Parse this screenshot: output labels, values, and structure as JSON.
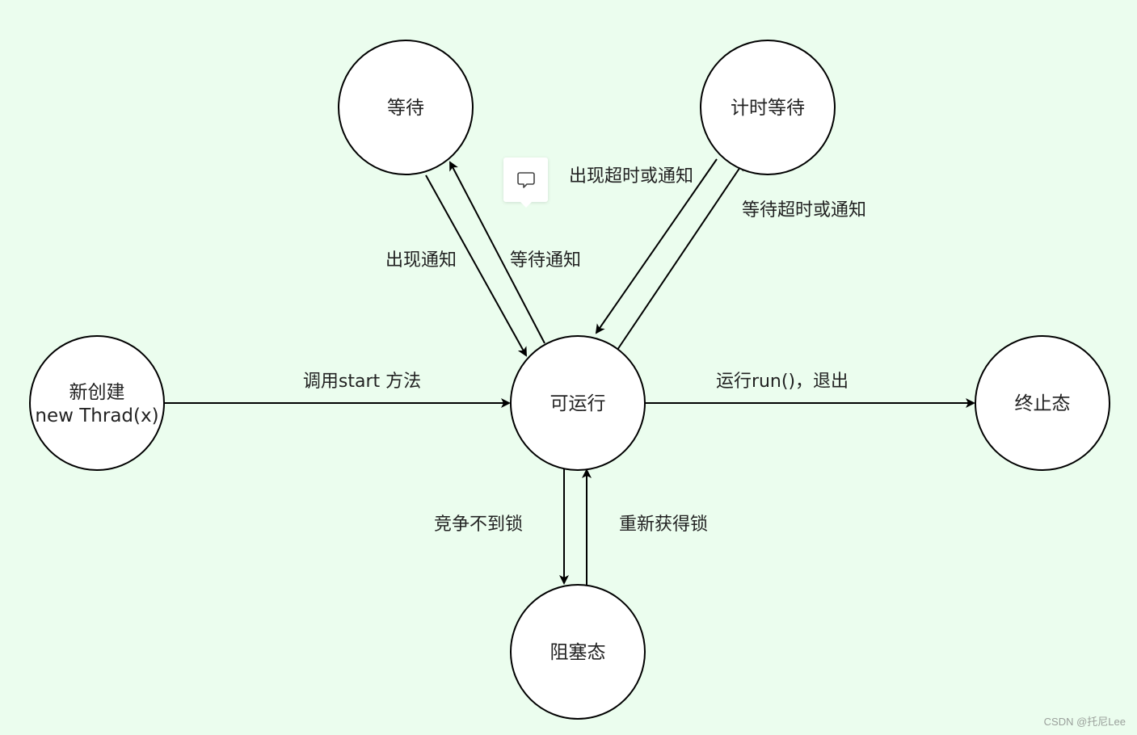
{
  "nodes": {
    "new": {
      "line1": "新创建",
      "line2": "new Thrad(x)"
    },
    "runnable": "可运行",
    "waiting": "等待",
    "timed_waiting": "计时等待",
    "terminated": "终止态",
    "blocked": "阻塞态"
  },
  "edges": {
    "start": "调用start 方法",
    "run_exit": "运行run()，退出",
    "notify": "出现通知",
    "wait_notify": "等待通知",
    "timeout_notify": "出现超时或通知",
    "wait_timeout_notify": "等待超时或通知",
    "compete_lock": "竞争不到锁",
    "reacquire_lock": "重新获得锁"
  },
  "watermark": "CSDN @托尼Lee",
  "comment_icon": "comment-icon",
  "colors": {
    "background": "#ebfdee",
    "node_fill": "#ffffff",
    "stroke": "#000000"
  }
}
